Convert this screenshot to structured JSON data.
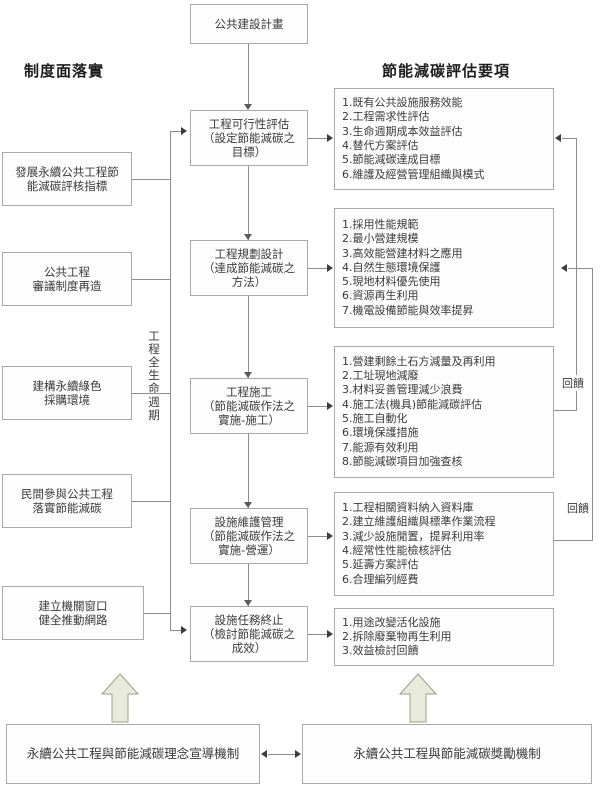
{
  "headers": {
    "left": "制度面落實",
    "right": "節能減碳評估要項"
  },
  "top_node": {
    "label": "公共建設計畫"
  },
  "lifecycle_label": "工程全生命週期",
  "feedback_labels": {
    "upper": "回饋",
    "lower": "回饋"
  },
  "left_column": [
    {
      "label": "發展永續公共工程節\n能減碳評核指標"
    },
    {
      "label": "公共工程\n審議制度再造"
    },
    {
      "label": "建構永續綠色\n採購環境"
    },
    {
      "label": "民間參與公共工程\n落實節能減碳"
    },
    {
      "label": "建立機關窗口\n健全推動網路"
    }
  ],
  "center_column": [
    {
      "label": "工程可行性評估\n（設定節能減碳之\n目標）"
    },
    {
      "label": "工程規劃設計\n（達成節能減碳之\n方法）"
    },
    {
      "label": "工程施工\n（節能減碳作法之\n實施-施工）"
    },
    {
      "label": "設施維護管理\n（節能減碳作法之\n實施-營運）"
    },
    {
      "label": "設施任務終止\n（檢討節能減碳之\n成效）"
    }
  ],
  "right_column": [
    {
      "label": "1.既有公共設施服務效能\n2.工程需求性評估\n3.生命週期成本效益評估\n4.替代方案評估\n5.節能減碳達成目標\n6.維護及經營管理組織與模式"
    },
    {
      "label": "1.採用性能規範\n2.最小營建規模\n3.高效能營建材料之應用\n4.自然生態環境保護\n5.現地材料優先使用\n6.資源再生利用\n7.機電設備節能與效率提昇"
    },
    {
      "label": "1.營建剩餘土石方減量及再利用\n2.工址現地減廢\n3.材料妥善管理減少浪費\n4.施工法(機具)節能減碳評估\n5.施工自動化\n6.環境保護措施\n7.能源有效利用\n8.節能減碳項目加強查核"
    },
    {
      "label": "1.工程相關資料納入資料庫\n2.建立維護組織與標準作業流程\n3.減少設施閒置，提昇利用率\n4.經常性性能檢核評估\n5.延壽方案評估\n6.合理編列經費"
    },
    {
      "label": "1.用途改變活化設施\n2.拆除廢棄物再生利用\n3.效益檢討回饋"
    }
  ],
  "bottom_nodes": [
    {
      "label": "永續公共工程與節能減碳理念宣導機制"
    },
    {
      "label": "永續公共工程與節能減碳獎勵機制"
    }
  ],
  "colors": {
    "border": "#a9a9a9",
    "line": "#8d8d8d",
    "arrow": "#3d3d3d",
    "block_arrow_fill": "#e8ebdb",
    "block_arrow_stroke": "#9aa083",
    "text": "#3a3a3a",
    "header_text": "#1d1d1d",
    "box_bg": "#fdfdfd"
  }
}
